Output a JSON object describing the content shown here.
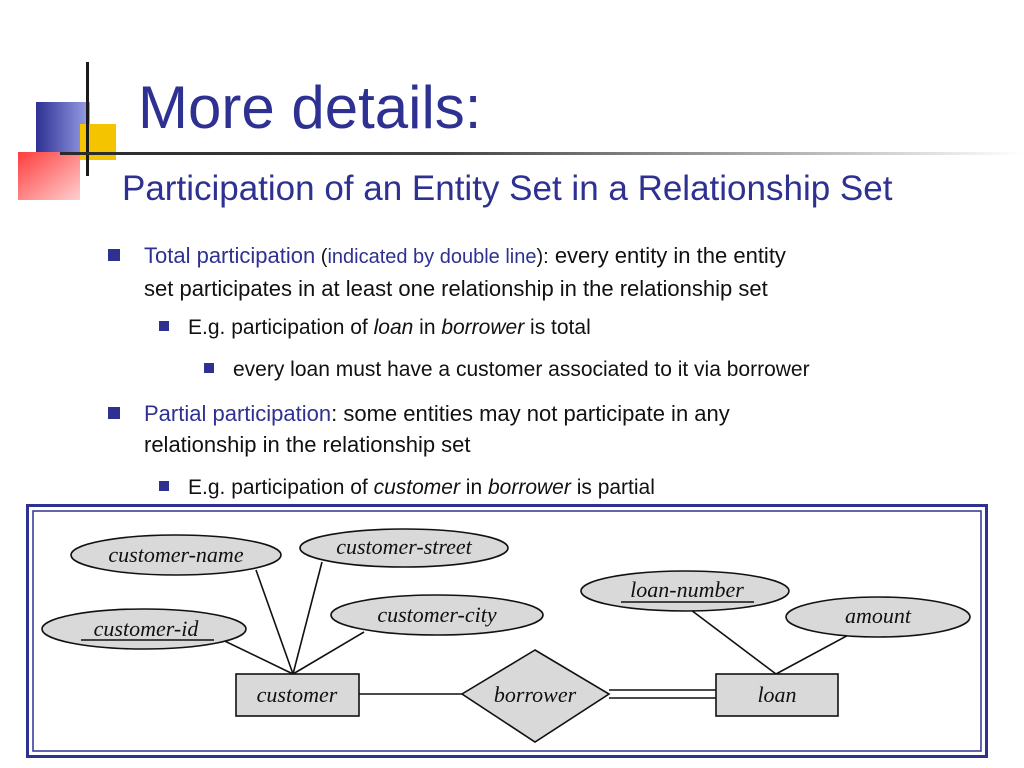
{
  "slide": {
    "title": "More details:",
    "subtitle": "Participation of an Entity Set in a Relationship Set"
  },
  "bullets": {
    "total": {
      "term": "Total participation",
      "paren_open": " (",
      "paren_text": "indicated by double line",
      "paren_close": "):",
      "rest_line1": "  every entity in the entity",
      "line2": "set participates in at least one relationship in the relationship set"
    },
    "total_example": {
      "prefix": "E.g. participation of ",
      "entity": "loan",
      "mid": " in ",
      "relationship": "borrower",
      "suffix": " is total"
    },
    "total_detail": {
      "text": "every loan must have a customer associated to it via borrower"
    },
    "partial": {
      "term": "Partial participation",
      "colon": ":",
      "rest_line1": "  some entities may not participate in any",
      "line2": "relationship in the relationship set"
    },
    "partial_example": {
      "prefix": "E.g. participation of ",
      "entity": "customer",
      "mid": " in ",
      "relationship": "borrower",
      "suffix": " is partial"
    }
  },
  "diagram": {
    "entities": {
      "customer": "customer",
      "loan": "loan"
    },
    "relationship": "borrower",
    "attributes": {
      "customer_name": "customer-name",
      "customer_street": "customer-street",
      "customer_id": "customer-id",
      "customer_city": "customer-city",
      "loan_number": "loan-number",
      "amount": "amount"
    },
    "colors": {
      "frame": "#2e3192",
      "shape_fill": "#d9d9d9"
    }
  },
  "colors": {
    "accent": "#2e3192",
    "deco_yellow": "#f5c400",
    "deco_red": "#ff3c3c"
  }
}
